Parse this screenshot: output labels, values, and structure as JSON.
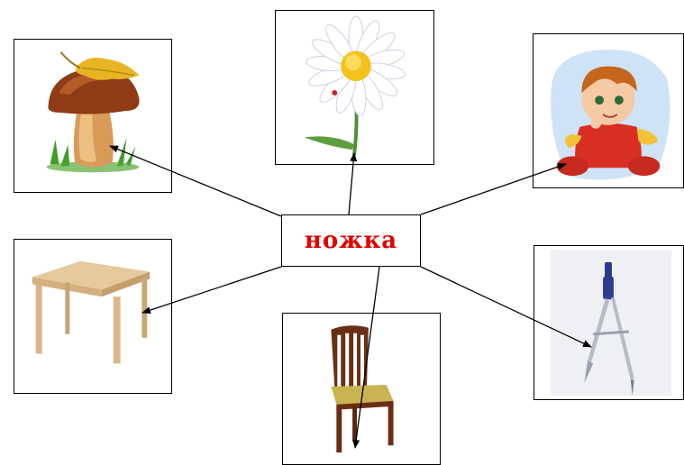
{
  "center_word": {
    "text": "ножка",
    "color": "#e00000"
  },
  "pictures": [
    {
      "id": "mushroom",
      "icon": "mushroom-icon"
    },
    {
      "id": "flower",
      "icon": "daisy-flower-icon"
    },
    {
      "id": "child",
      "icon": "baby-child-icon"
    },
    {
      "id": "table",
      "icon": "wooden-table-icon"
    },
    {
      "id": "chair",
      "icon": "wooden-chair-icon"
    },
    {
      "id": "compass",
      "icon": "drawing-compass-icon"
    }
  ],
  "arrows": [
    {
      "from": "center",
      "to": "mushroom"
    },
    {
      "from": "center",
      "to": "flower"
    },
    {
      "from": "center",
      "to": "child"
    },
    {
      "from": "center",
      "to": "table"
    },
    {
      "from": "center",
      "to": "chair"
    },
    {
      "from": "center",
      "to": "compass"
    }
  ]
}
